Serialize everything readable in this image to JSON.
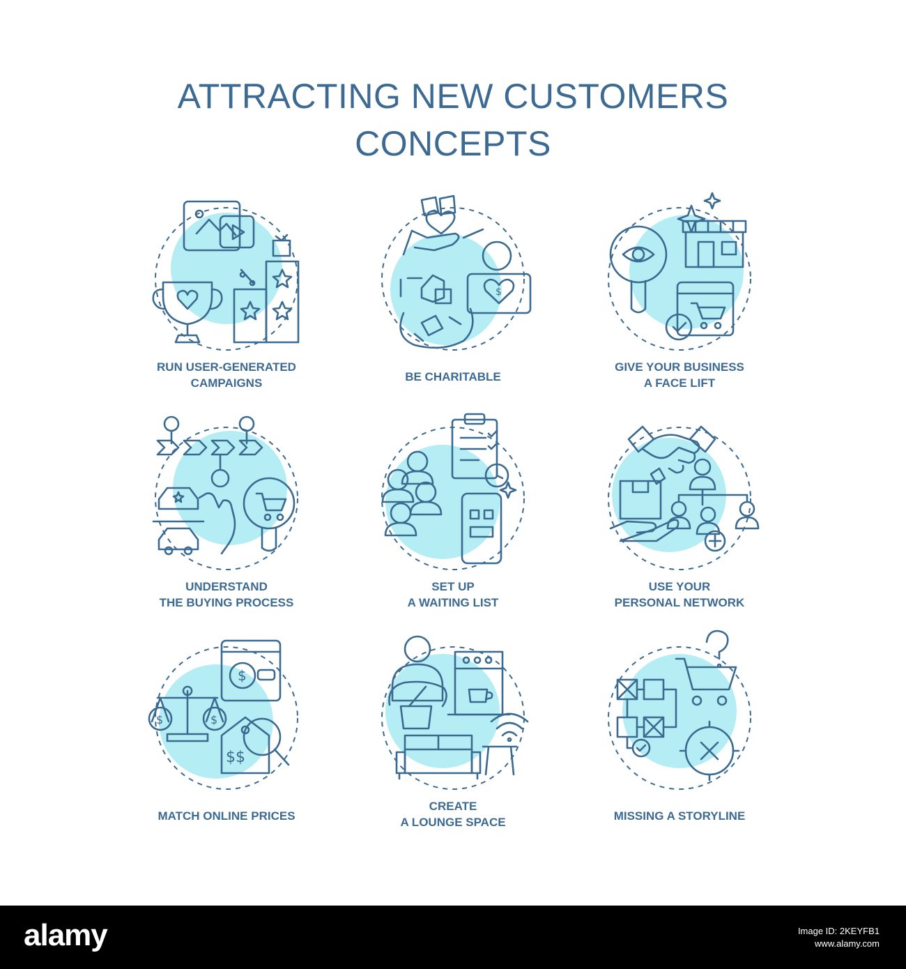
{
  "header": {
    "title_line1": "ATTRACTING NEW CUSTOMERS",
    "title_line2": "CONCEPTS"
  },
  "concepts": [
    {
      "line1": "RUN USER-GENERATED",
      "line2": "CAMPAIGNS",
      "icon": "campaign-media-trophy-icon"
    },
    {
      "line1": "BE CHARITABLE",
      "line2": "",
      "icon": "charity-donation-icon"
    },
    {
      "line1": "GIVE YOUR BUSINESS",
      "line2": "A FACE LIFT",
      "icon": "storefront-magnifier-icon"
    },
    {
      "line1": "UNDERSTAND",
      "line2": "THE BUYING PROCESS",
      "icon": "buying-process-flow-icon"
    },
    {
      "line1": "SET UP",
      "line2": "A WAITING LIST",
      "icon": "waiting-list-clipboard-icon"
    },
    {
      "line1": "USE YOUR",
      "line2": "PERSONAL NETWORK",
      "icon": "handshake-network-icon"
    },
    {
      "line1": "MATCH ONLINE PRICES",
      "line2": "",
      "icon": "price-scale-icon"
    },
    {
      "line1": "CREATE",
      "line2": "A LOUNGE SPACE",
      "icon": "lounge-coffee-sofa-icon"
    },
    {
      "line1": "MISSING A STORYLINE",
      "line2": "",
      "icon": "storyline-flow-question-icon"
    }
  ],
  "footer": {
    "logo": "alamy",
    "image_id_label": "Image ID: 2KEYFB1",
    "site": "www.alamy.com"
  },
  "colors": {
    "accent_fill": "#b4eef4",
    "line": "#3b6a90",
    "title": "#3d6a92"
  }
}
